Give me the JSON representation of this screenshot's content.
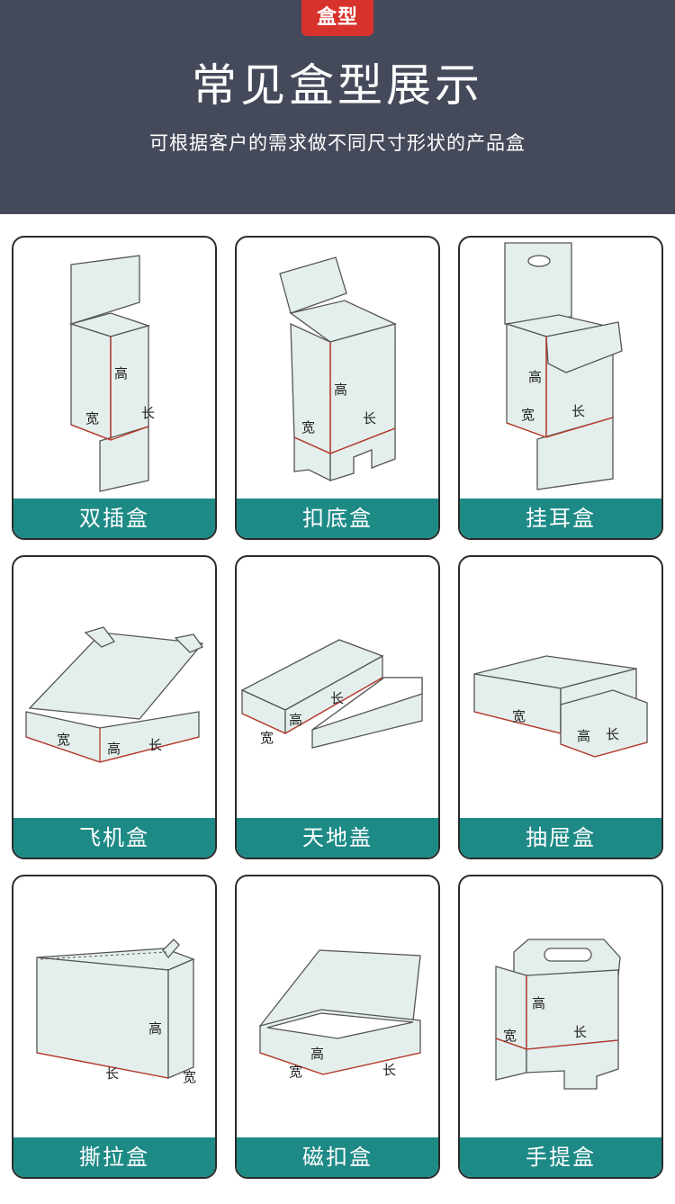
{
  "header": {
    "badge": "盒型",
    "title": "常见盒型展示",
    "subtitle": "可根据客户的需求做不同尺寸形状的产品盒"
  },
  "dimension_labels": {
    "height": "高",
    "width": "宽",
    "length": "长"
  },
  "colors": {
    "header_bg": "#454a5b",
    "badge_bg": "#d7322b",
    "label_bg": "#1e8a86",
    "box_fill": "#e4efed",
    "edge_red": "#c0392b"
  },
  "boxes": [
    {
      "label": "双插盒"
    },
    {
      "label": "扣底盒"
    },
    {
      "label": "挂耳盒"
    },
    {
      "label": "飞机盒"
    },
    {
      "label": "天地盖"
    },
    {
      "label": "抽屉盒"
    },
    {
      "label": "撕拉盒"
    },
    {
      "label": "磁扣盒"
    },
    {
      "label": "手提盒"
    }
  ]
}
